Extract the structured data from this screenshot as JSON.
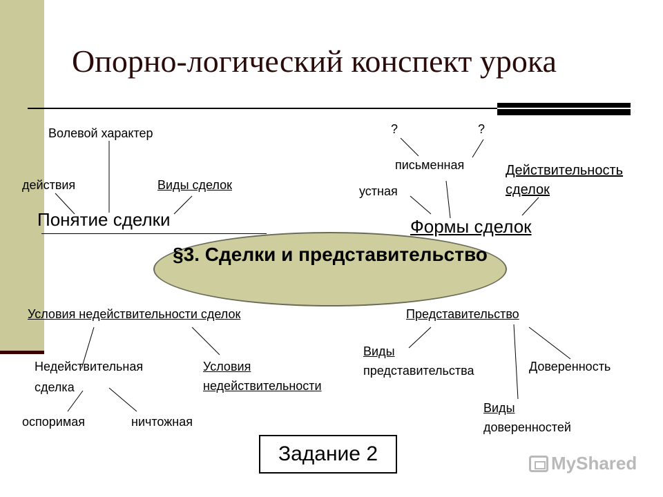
{
  "title": "Опорно-логический конспект урока",
  "center": "§3. Сделки и представительство",
  "concept": {
    "heading": "Понятие сделки",
    "will": "Волевой характер",
    "actions": "действия",
    "types": "Виды сделок"
  },
  "forms": {
    "heading": "Формы сделок",
    "q1": "?",
    "q2": "?",
    "written": "письменная",
    "oral": "устная",
    "validity_line1": "Действительность",
    "validity_line2": "сделок"
  },
  "invalidity": {
    "heading": "Условия недействительности сделок",
    "invalid_line1": "Недействительная",
    "invalid_line2": "сделка",
    "conditions_line1": "Условия",
    "conditions_line2": "недействительности",
    "voidable": "оспоримая",
    "void": "ничтожная"
  },
  "representation": {
    "heading": "Представительство",
    "types_line1": "Виды",
    "types_line2": "представительства",
    "proxy": "Доверенность",
    "proxy_types_line1": "Виды",
    "proxy_types_line2": "доверенностей"
  },
  "task": "Задание 2",
  "watermark": "MyShared",
  "colors": {
    "sidebar": "#c9c99a",
    "ellipse": "#cdcd9e",
    "title": "#2b0a0a"
  }
}
